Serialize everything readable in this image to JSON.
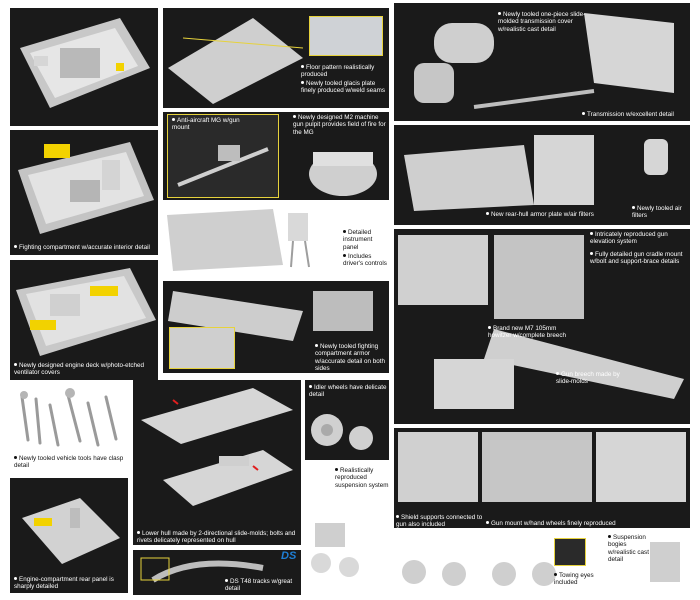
{
  "brand_color": "#1e7fd6",
  "accent_color": "#e6d23c",
  "captions": {
    "fighting_compartment": "Fighting compartment w/accurate interior detail",
    "engine_deck": "Newly designed engine deck w/photo-etched ventilator covers",
    "vehicle_tools": "Newly tooled vehicle tools have clasp detail",
    "rear_panel": "Engine-compartment rear panel is sharply detailed",
    "floor_pattern": "Floor pattern realistically produced",
    "glacis_plate": "Newly tooled glacis plate finely produced w/weld seams",
    "anti_aircraft_mg": "Anti-aircraft MG w/gun mount",
    "m2_pulpit": "Newly designed M2 machine gun pulpit provides field of fire for the MG",
    "instrument_panel": "Detailed instrument panel",
    "driver_controls": "Includes driver's controls",
    "fighting_armor": "Newly tooled fighting compartment armor w/accurate detail on both sides",
    "lower_hull": "Lower hull made by 2-directional slide-molds; bolts and rivets delicately represented on hull",
    "ds_tracks": "DS T48 tracks w/great detail",
    "ds_logo": "DS",
    "transmission_cover": "Newly tooled one-piece slide-molded transmission cover w/realistic cast detail",
    "transmission": "Transmission w/excellent detail",
    "rear_hull_plate": "New rear-hull armor plate w/air filters",
    "air_filters": "Newly tooled air filters",
    "gun_elevation": "Intricately reproduced gun elevation system",
    "gun_cradle": "Fully detailed gun cradle mount w/bolt and support-brace details",
    "m7_howitzer": "Brand new M7 105mm howitzer w/complete breech",
    "gun_breech": "Gun breech made by slide-molds",
    "idler_wheels": "Idler wheels have delicate detail",
    "suspension_system": "Realistically reproduced suspension system",
    "shield_supports": "Shield supports connected to gun also included",
    "gun_mount_wheels": "Gun mount w/hand wheels finely reproduced",
    "towing_eyes": "Towing eyes included",
    "suspension_bogies": "Suspension bogies w/realistic cast detail"
  }
}
